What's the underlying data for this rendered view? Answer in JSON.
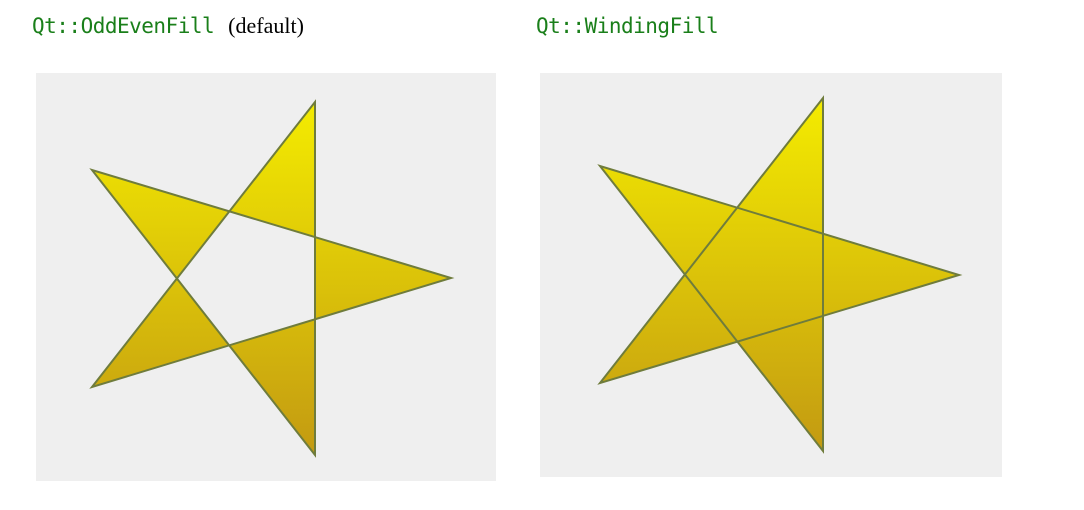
{
  "left": {
    "fill_rule_code": "Qt::OddEvenFill",
    "note": "(default)",
    "fill_rule": "evenodd"
  },
  "right": {
    "fill_rule_code": "Qt::WindingFill",
    "fill_rule": "nonzero"
  },
  "colors": {
    "caption_code": "#1a7f1a",
    "panel_bg": "#efefef",
    "star_fill_top": "#f4ec00",
    "star_fill_bottom": "#c39a12",
    "star_stroke": "#6f7c3c"
  },
  "shape": "five-pointed-star-polygon"
}
